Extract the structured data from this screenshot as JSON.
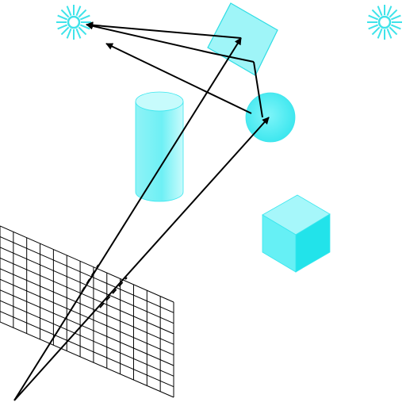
{
  "scene": {
    "title": "",
    "objects": [
      {
        "kind": "light-source",
        "icon": "sun-icon",
        "label": ""
      },
      {
        "kind": "light-source",
        "icon": "sun-icon",
        "label": ""
      },
      {
        "kind": "mirror-plane",
        "label": ""
      },
      {
        "kind": "sphere",
        "label": ""
      },
      {
        "kind": "cylinder",
        "label": ""
      },
      {
        "kind": "cube",
        "label": ""
      },
      {
        "kind": "image-plane-grid",
        "label": ""
      },
      {
        "kind": "eye-point",
        "label": ""
      }
    ],
    "rays": [
      {
        "from": "eye-point",
        "to": "mirror-plane",
        "then": [
          "light-source"
        ]
      },
      {
        "from": "eye-point",
        "to": "sphere",
        "then": [
          "mirror-plane",
          "light-source"
        ]
      }
    ]
  },
  "colors": {
    "object_fill": "#66f0f5",
    "object_fill_light": "#a6f7fa",
    "object_fill_dark": "#22e3ea",
    "object_edge": "#38d9e0",
    "light_color": "#3fe3ea",
    "ray_color": "#000000",
    "grid_color": "#000000"
  }
}
